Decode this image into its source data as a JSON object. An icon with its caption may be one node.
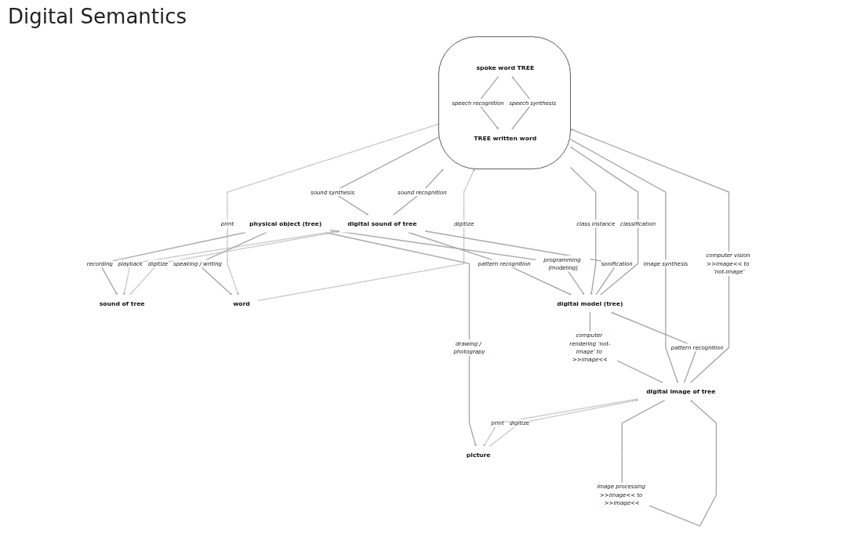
{
  "diagram": {
    "title": "Digital Semantics",
    "nodes": [
      {
        "text": [
          "physical object (tree)"
        ]
      },
      {
        "text": [
          "sound of tree"
        ]
      },
      {
        "text": [
          "word"
        ]
      },
      {
        "text": [
          "picture"
        ]
      },
      {
        "text": [
          "digital sound of tree"
        ]
      },
      {
        "text": [],
        "shape": "ellipse"
      },
      {
        "text": [
          "spoke word TREE"
        ],
        "in": 5
      },
      {
        "text": [
          "TREE written word"
        ],
        "in": 5
      },
      {
        "text": [
          "digital model (tree)"
        ]
      },
      {
        "text": [
          "digital image of tree"
        ]
      }
    ],
    "edges": [
      {
        "from": 0,
        "to": 1,
        "arrow": "to",
        "label": "recording"
      },
      {
        "from": 1,
        "to": 4,
        "arrow": "to",
        "label": "digitize",
        "style": "dashed"
      },
      {
        "from": 4,
        "to": 1,
        "arrow": "to",
        "label": "playback",
        "style": "dashed"
      },
      {
        "from": 0,
        "to": 2,
        "arrow": "to",
        "label": "speaking / writing"
      },
      {
        "from": 2,
        "to": 5,
        "arrow": "to",
        "label": "digitize",
        "style": "dashed"
      },
      {
        "from": 5,
        "to": 2,
        "arrow": "to",
        "label": "print",
        "style": "dashed"
      },
      {
        "from": 0,
        "to": 3,
        "arrow": "to",
        "label": "drawing / photograpy"
      },
      {
        "from": 3,
        "to": 9,
        "arrow": "to",
        "label": "digitize",
        "style": "dashed"
      },
      {
        "from": 9,
        "to": 3,
        "arrow": "to",
        "label": "print",
        "style": "dashed"
      },
      {
        "from": 5,
        "to": 4,
        "arrow": "to",
        "label": "sound synthesis"
      },
      {
        "from": 4,
        "to": 5,
        "arrow": "to",
        "label": "sound recognition"
      },
      {
        "from": 4,
        "to": 8,
        "arrow": "to",
        "label": "pattern recognition"
      },
      {
        "from": 8,
        "to": 4,
        "arrow": "to",
        "label": "sonification"
      },
      {
        "from": 7,
        "to": 6,
        "arrow": "to",
        "label": "speech synthesis"
      },
      {
        "from": 6,
        "to": 7,
        "arrow": "to",
        "label": "speech recognition"
      },
      {
        "from": 8,
        "to": 5,
        "arrow": "to",
        "label": "classification"
      },
      {
        "from": 5,
        "to": 8,
        "arrow": "to",
        "label": "class instance"
      },
      {
        "from": 5,
        "to": 9,
        "arrow": "to",
        "label": "image synthesis"
      },
      {
        "from": 9,
        "to": 5,
        "arrow": "to",
        "label": "computer vision >>image<< to ‘not-image’"
      },
      {
        "from": 9,
        "to": 8,
        "arrow": "to",
        "label": "pattern recognition"
      },
      {
        "from": 8,
        "to": 9,
        "arrow": "to",
        "label": "computer rendering ‘not-image’ to >>image<<"
      },
      {
        "from": 9,
        "to": 9,
        "arrow": "to",
        "label": "image processing >>image<< to >>image<<"
      },
      {
        "from": 0,
        "to": 8,
        "arrow": "to",
        "label": "programming (modeling)"
      }
    ]
  }
}
